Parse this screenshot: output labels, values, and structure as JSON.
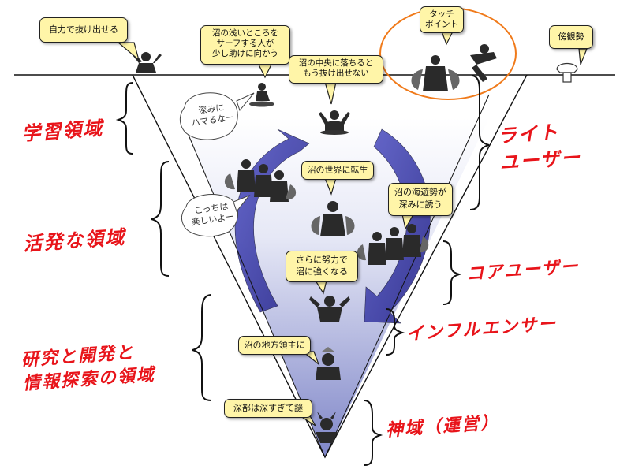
{
  "bubbles": {
    "self_escape": "自力で抜け出せる",
    "shallow_surfer": "沼の浅いところを\nサーフする人が\n少し助けに向かう",
    "center_fall": "沼の中央に落ちると\nもう抜け出せない",
    "touch_point": "タッチ\nポイント",
    "spectator": "傍観勢",
    "reborn": "沼の世界に転生",
    "sea_players": "沼の海遊勢が\n深みに誘う",
    "stronger": "さらに努力で\n沼に強くなる",
    "lord": "沼の地方領主に",
    "deep_mystery": "深部は深すぎて謎"
  },
  "thoughts": {
    "deep_trap": "深みに\nハマるなー",
    "fun_here": "こっちは\n楽しいよー"
  },
  "zones_left": {
    "learning": "学習領域",
    "active": "活発な領域",
    "research": "研究と開発と\n情報探索の領域"
  },
  "zones_right": {
    "light_user": "ライト\nユーザー",
    "core_user": "コアユーザー",
    "influencer": "インフルエンサー",
    "god_realm": "神域（運営）"
  },
  "colors": {
    "bubble_fill": "#fff5a8",
    "label_red": "#e8141a",
    "arrow_blue": "#3a3aa8",
    "highlight_orange": "#f07a1a"
  }
}
